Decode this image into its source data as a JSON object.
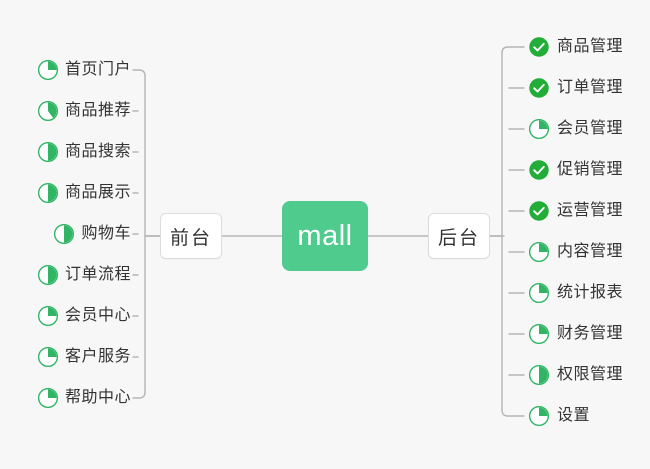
{
  "diagram": {
    "title": "mall",
    "background_color": "#f7f7f7",
    "accent_color": "#4ecb8d",
    "done_color": "#22ac38",
    "progress_color": "#2fb563",
    "connector_color": "#b5b5b5",
    "text_color": "#333333"
  },
  "root": {
    "label": "mall",
    "name": "root-node"
  },
  "branches": [
    {
      "label": "前台",
      "name": "branch-frontend",
      "side": "left"
    },
    {
      "label": "后台",
      "name": "branch-backend",
      "side": "right"
    }
  ],
  "frontend": {
    "label": "前台",
    "items": [
      {
        "label": "首页门户",
        "icon": "pie-progress-icon",
        "progress": 25
      },
      {
        "label": "商品推荐",
        "icon": "pie-progress-icon",
        "progress": 40
      },
      {
        "label": "商品搜索",
        "icon": "pie-progress-icon",
        "progress": 50
      },
      {
        "label": "商品展示",
        "icon": "pie-progress-icon",
        "progress": 50
      },
      {
        "label": "购物车",
        "icon": "pie-progress-icon",
        "progress": 50
      },
      {
        "label": "订单流程",
        "icon": "pie-progress-icon",
        "progress": 50
      },
      {
        "label": "会员中心",
        "icon": "pie-progress-icon",
        "progress": 25
      },
      {
        "label": "客户服务",
        "icon": "pie-progress-icon",
        "progress": 25
      },
      {
        "label": "帮助中心",
        "icon": "pie-progress-icon",
        "progress": 25
      }
    ]
  },
  "backend": {
    "label": "后台",
    "items": [
      {
        "label": "商品管理",
        "icon": "check-circle-icon",
        "progress": 100
      },
      {
        "label": "订单管理",
        "icon": "check-circle-icon",
        "progress": 100
      },
      {
        "label": "会员管理",
        "icon": "pie-progress-icon",
        "progress": 25
      },
      {
        "label": "促销管理",
        "icon": "check-circle-icon",
        "progress": 100
      },
      {
        "label": "运营管理",
        "icon": "check-circle-icon",
        "progress": 100
      },
      {
        "label": "内容管理",
        "icon": "pie-progress-icon",
        "progress": 25
      },
      {
        "label": "统计报表",
        "icon": "pie-progress-icon",
        "progress": 25
      },
      {
        "label": "财务管理",
        "icon": "pie-progress-icon",
        "progress": 25
      },
      {
        "label": "权限管理",
        "icon": "pie-progress-icon",
        "progress": 50
      },
      {
        "label": "设置",
        "icon": "pie-progress-icon",
        "progress": 25
      }
    ]
  }
}
